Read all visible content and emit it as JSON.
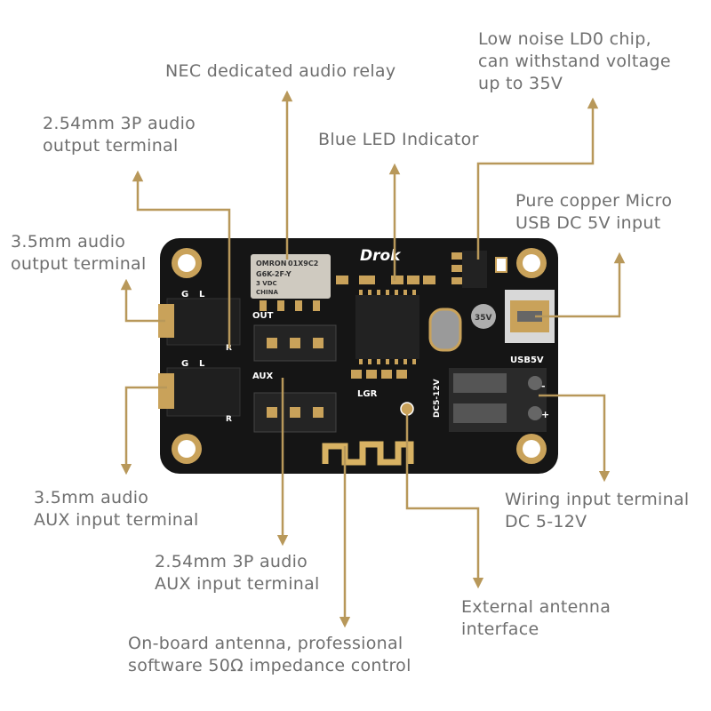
{
  "colors": {
    "arrow": "#b8985a",
    "label_text": "#6f6f6f",
    "pcb": "#151515",
    "pad": "#c9a25a",
    "antenna": "#d8b263"
  },
  "labels": {
    "relay": "NEC dedicated audio relay",
    "ldo": [
      "Low noise LD0 chip,",
      "can withstand voltage",
      "up to 35V"
    ],
    "out_254": [
      "2.54mm 3P audio",
      "output terminal"
    ],
    "led": "Blue LED Indicator",
    "usb": [
      "Pure copper Micro",
      "USB DC 5V input"
    ],
    "out_35": [
      "3.5mm audio",
      "output terminal"
    ],
    "aux_35": [
      "3.5mm audio",
      "AUX input terminal"
    ],
    "wiring": [
      "Wiring input terminal",
      "DC 5-12V"
    ],
    "aux_254": [
      "2.54mm 3P audio",
      "AUX input terminal"
    ],
    "ext_antenna": [
      "External antenna",
      "interface"
    ],
    "onboard_antenna": [
      "On-board antenna, professional",
      "software 50Ω impedance control"
    ]
  },
  "board": {
    "brand": "Drok",
    "relay_lines": [
      "OMRON",
      "G6K-2F-Y",
      "3  VDC",
      "CHINA"
    ],
    "relay_code": "01X9C2",
    "cap_text": "35V",
    "silk_out": "OUT",
    "silk_aux": "AUX",
    "silk_lgr": "LGR",
    "silk_usb": "USB5V",
    "silk_dc": "DC5-12V",
    "silk_g": "G",
    "silk_l": "L",
    "silk_r": "R",
    "silk_minus": "-",
    "silk_plus": "+"
  }
}
